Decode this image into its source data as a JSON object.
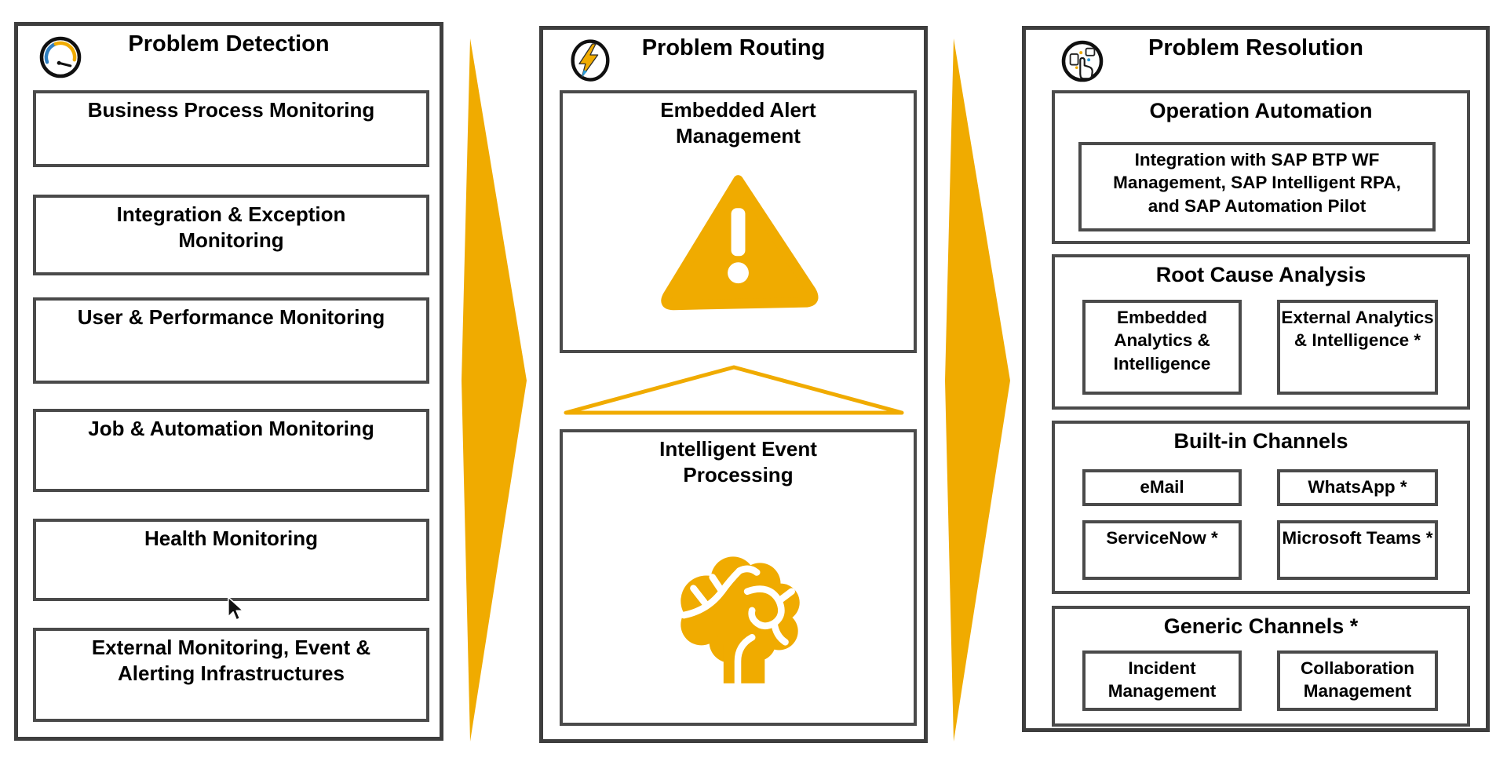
{
  "theme": {
    "accent_orange": "#F0AB00",
    "bolt_blue": "#2B9CD8",
    "gauge_blue": "#2F7FC1",
    "border_dark": "#3E3E3E",
    "border_mid": "#4A4A4A",
    "background": "#FFFFFF"
  },
  "columns": [
    {
      "title": "Problem Detection",
      "icon": "gauge-icon",
      "boxes": [
        {
          "label": "Business Process Monitoring"
        },
        {
          "label": "Integration & Exception Monitoring"
        },
        {
          "label": "User & Performance Monitoring"
        },
        {
          "label": "Job & Automation Monitoring"
        },
        {
          "label": "Health Monitoring"
        },
        {
          "label": "External Monitoring, Event & Alerting Infrastructures"
        }
      ]
    },
    {
      "title": "Problem Routing",
      "icon": "lightning-icon",
      "divider_icon": "funnel-icon",
      "boxes": [
        {
          "label": "Embedded Alert Management",
          "icon": "alert-triangle-icon"
        },
        {
          "label": "Intelligent Event Processing",
          "icon": "brain-icon"
        }
      ]
    },
    {
      "title": "Problem Resolution",
      "icon": "hand-network-icon",
      "sections": [
        {
          "title": "Operation Automation",
          "items": [
            {
              "label": "Integration with SAP BTP WF Management, SAP Intelligent RPA, and SAP Automation Pilot"
            }
          ]
        },
        {
          "title": "Root Cause Analysis",
          "items": [
            {
              "label": "Embedded Analytics & Intelligence"
            },
            {
              "label": "External Analytics & Intelligence *"
            }
          ]
        },
        {
          "title": "Built-in Channels",
          "items": [
            {
              "label": "eMail"
            },
            {
              "label": "WhatsApp *"
            },
            {
              "label": "ServiceNow *"
            },
            {
              "label": "Microsoft Teams *"
            }
          ]
        },
        {
          "title": "Generic Channels *",
          "items": [
            {
              "label": "Incident Management"
            },
            {
              "label": "Collaboration Management"
            }
          ]
        }
      ]
    }
  ],
  "connectors": [
    {
      "icon": "flow-arrow-icon"
    },
    {
      "icon": "flow-arrow-icon"
    }
  ]
}
